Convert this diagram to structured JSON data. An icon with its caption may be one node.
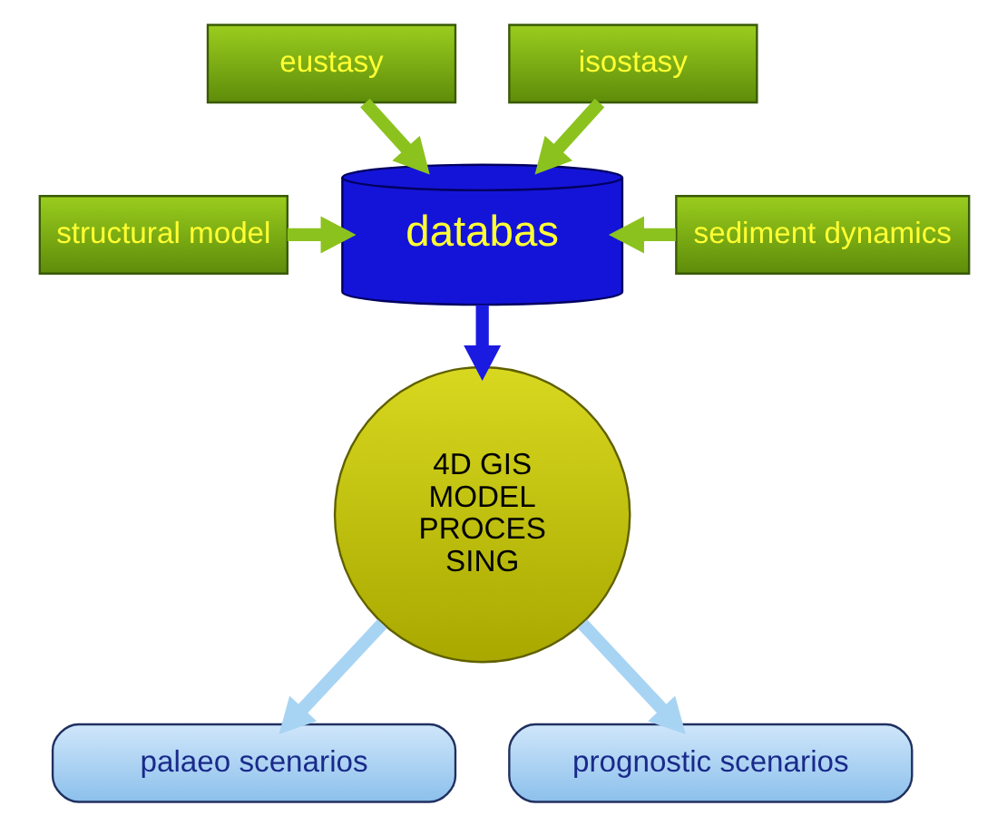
{
  "diagram": {
    "nodes": [
      {
        "text": [
          "eustasy"
        ]
      },
      {
        "text": [
          "isostasy"
        ]
      },
      {
        "text": [
          "structural model"
        ]
      },
      {
        "text": [
          "databas"
        ]
      },
      {
        "text": [
          "sediment dynamics"
        ]
      },
      {
        "text": [
          "4D GIS MODEL PROCES SING"
        ]
      },
      {
        "text": [
          "palaeo scenarios"
        ]
      },
      {
        "text": [
          "prognostic scenarios"
        ]
      }
    ],
    "edges": [
      {
        "from": 0,
        "to": 3,
        "arrow": "to"
      },
      {
        "from": 1,
        "to": 3,
        "arrow": "to"
      },
      {
        "from": 2,
        "to": 3,
        "arrow": "to"
      },
      {
        "from": 4,
        "to": 3,
        "arrow": "to"
      },
      {
        "from": 3,
        "to": 5,
        "arrow": "to",
        "color": "#1a1ae0"
      },
      {
        "from": 5,
        "to": 6,
        "arrow": "to",
        "color": "#a8d4f4"
      },
      {
        "from": 5,
        "to": 7,
        "arrow": "to",
        "color": "#a8d4f4"
      }
    ]
  }
}
